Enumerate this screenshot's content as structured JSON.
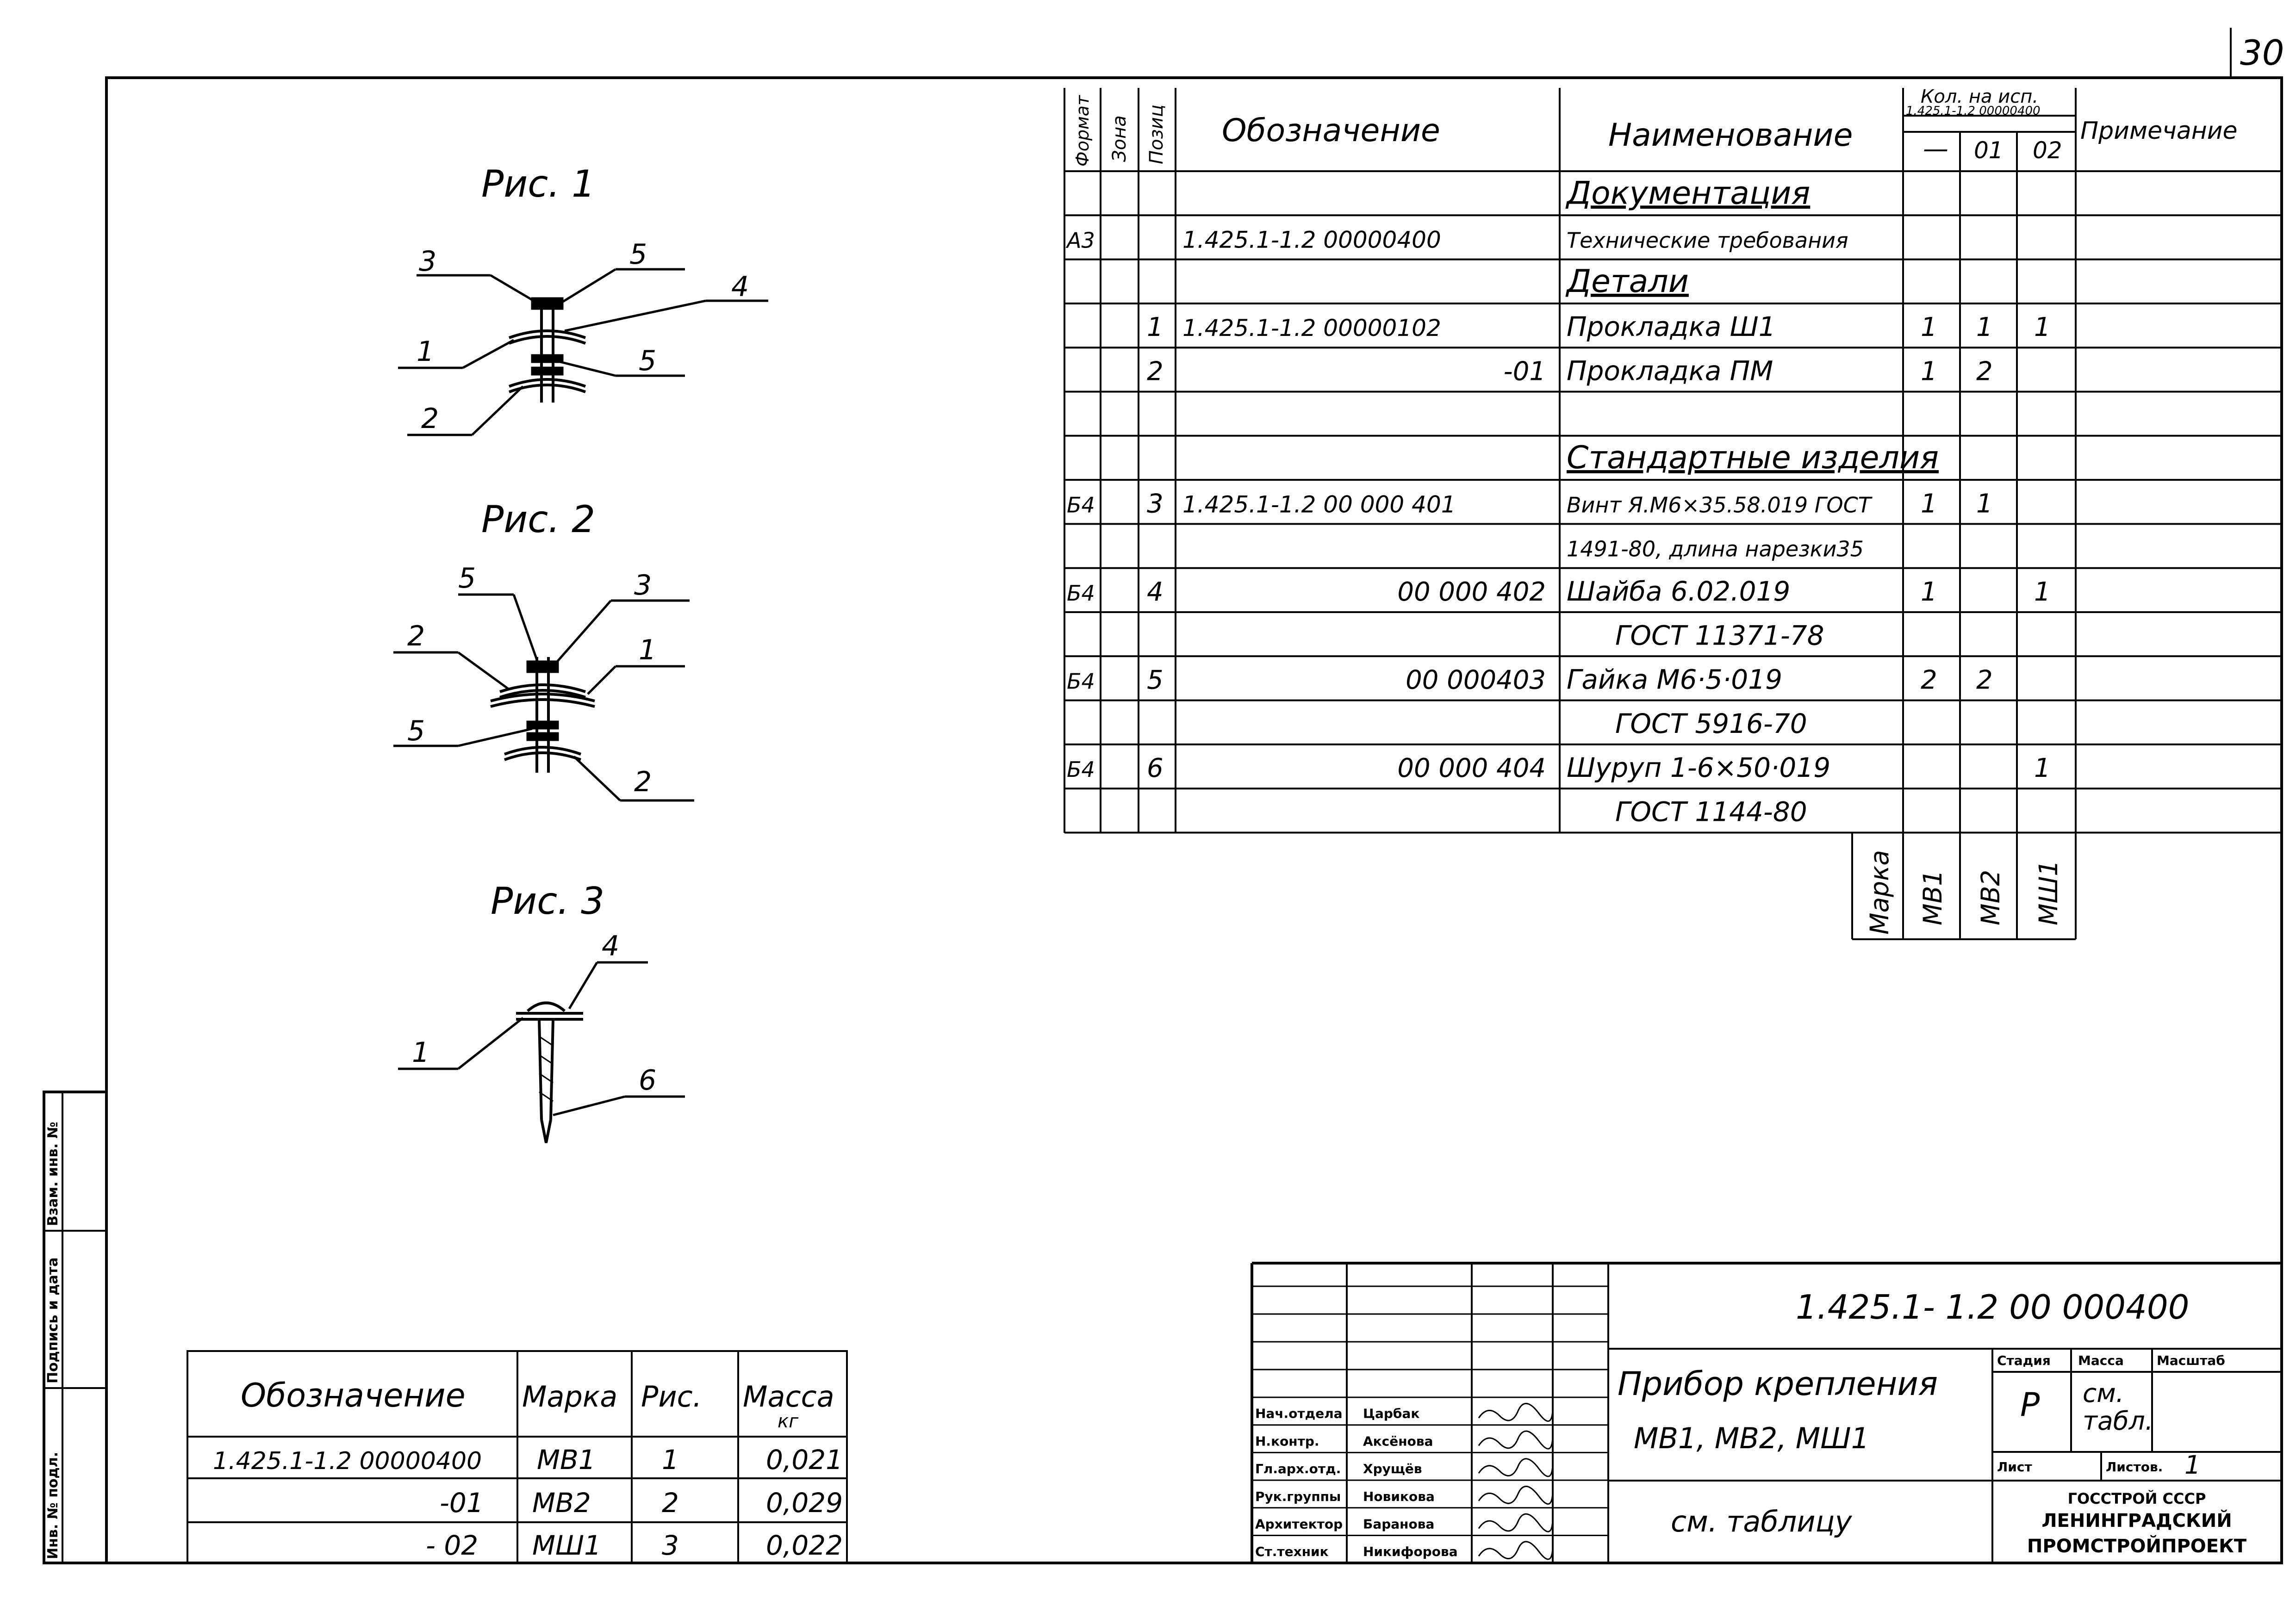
{
  "sheet_number": "30",
  "figures": [
    {
      "title": "Рис. 1",
      "leaders": [
        "3",
        "5",
        "4",
        "1",
        "5",
        "2"
      ]
    },
    {
      "title": "Рис. 2",
      "leaders": [
        "5",
        "3",
        "2",
        "1",
        "5",
        "2"
      ]
    },
    {
      "title": "Рис. 3",
      "leaders": [
        "4",
        "1",
        "6"
      ]
    }
  ],
  "spec": {
    "headers": {
      "format": "Формат",
      "zone": "Зона",
      "pos": "Позиц",
      "designation": "Обозначение",
      "name": "Наименование",
      "qty_title_1": "Кол. на исп.",
      "qty_title_2": "1.425.1-1.2 00000400",
      "qty_cols": [
        "—",
        "01",
        "02"
      ],
      "note": "Примечание"
    },
    "rows": [
      {
        "fmt": "",
        "zone": "",
        "pos": "",
        "des": "",
        "name": "Документация",
        "q0": "",
        "q1": "",
        "q2": ""
      },
      {
        "fmt": "А3",
        "zone": "",
        "pos": "",
        "des": "1.425.1-1.2   00000400",
        "name": "Технические требования",
        "q0": "",
        "q1": "",
        "q2": ""
      },
      {
        "fmt": "",
        "zone": "",
        "pos": "",
        "des": "",
        "name": "Детали",
        "q0": "",
        "q1": "",
        "q2": ""
      },
      {
        "fmt": "",
        "zone": "",
        "pos": "1",
        "des": "1.425.1-1.2   00000102",
        "name": "Прокладка Ш1",
        "q0": "1",
        "q1": "1",
        "q2": "1"
      },
      {
        "fmt": "",
        "zone": "",
        "pos": "2",
        "des": "-01",
        "name": "Прокладка ПМ",
        "q0": "1",
        "q1": "2",
        "q2": ""
      },
      {
        "fmt": "",
        "zone": "",
        "pos": "",
        "des": "",
        "name": "",
        "q0": "",
        "q1": "",
        "q2": ""
      },
      {
        "fmt": "",
        "zone": "",
        "pos": "",
        "des": "",
        "name": "Стандартные изделия",
        "q0": "",
        "q1": "",
        "q2": ""
      },
      {
        "fmt": "Б4",
        "zone": "",
        "pos": "3",
        "des": "1.425.1-1.2   00 000 401",
        "name": "Винт Я.М6×35.58.019 ГОСТ",
        "q0": "1",
        "q1": "1",
        "q2": ""
      },
      {
        "fmt": "",
        "zone": "",
        "pos": "",
        "des": "",
        "name": "1491-80, длина нарезки35",
        "q0": "",
        "q1": "",
        "q2": ""
      },
      {
        "fmt": "Б4",
        "zone": "",
        "pos": "4",
        "des": "00 000 402",
        "name": "Шайба 6.02.019",
        "q0": "1",
        "q1": "",
        "q2": "1"
      },
      {
        "fmt": "",
        "zone": "",
        "pos": "",
        "des": "",
        "name": "ГОСТ 11371-78",
        "q0": "",
        "q1": "",
        "q2": ""
      },
      {
        "fmt": "Б4",
        "zone": "",
        "pos": "5",
        "des": "00 000403",
        "name": "Гайка М6·5·019",
        "q0": "2",
        "q1": "2",
        "q2": ""
      },
      {
        "fmt": "",
        "zone": "",
        "pos": "",
        "des": "",
        "name": "ГОСТ 5916-70",
        "q0": "",
        "q1": "",
        "q2": ""
      },
      {
        "fmt": "Б4",
        "zone": "",
        "pos": "6",
        "des": "00 000 404",
        "name": "Шуруп 1-6×50·019",
        "q0": "",
        "q1": "",
        "q2": "1"
      },
      {
        "fmt": "",
        "zone": "",
        "pos": "",
        "des": "",
        "name": "ГОСТ 1144-80",
        "q0": "",
        "q1": "",
        "q2": ""
      }
    ],
    "marka_label": "Марка",
    "marks": [
      "МВ1",
      "МВ2",
      "МШ1"
    ]
  },
  "mass_table": {
    "headers": {
      "des": "Обозначение",
      "mark": "Марка",
      "fig": "Рис.",
      "mass": "Масса",
      "unit": "кг"
    },
    "rows": [
      {
        "des": "1.425.1-1.2 00000400",
        "mark": "МВ1",
        "fig": "1",
        "mass": "0,021"
      },
      {
        "des": "-01",
        "mark": "МВ2",
        "fig": "2",
        "mass": "0,029"
      },
      {
        "des": "- 02",
        "mark": "МШ1",
        "fig": "3",
        "mass": "0,022"
      }
    ]
  },
  "side_stamp": [
    "Инв. № подл.",
    "Подпись и дата",
    "Взам. инв. №"
  ],
  "title_block": {
    "doc_number": "1.425.1- 1.2   00 000400",
    "title_1": "Прибор крепления",
    "title_2": "МВ1, МВ2, МШ1",
    "material": "см. таблицу",
    "stage_label": "Стадия",
    "mass_label": "Масса",
    "scale_label": "Масштаб",
    "stage": "Р",
    "mass_value_1": "см.",
    "mass_value_2": "табл.",
    "sheet_label": "Лист",
    "sheets_label": "Листов.",
    "sheets": "1",
    "org_1": "ГОССТРОЙ СССР",
    "org_2": "ЛЕНИНГРАДСКИЙ",
    "org_3": "ПРОМСТРОЙПРОЕКТ",
    "people": [
      {
        "role": "Нач.отдела",
        "name": "Царбак"
      },
      {
        "role": "Н.контр.",
        "name": "Аксёнова"
      },
      {
        "role": "Гл.арх.отд.",
        "name": "Хрущёв"
      },
      {
        "role": "Рук.группы",
        "name": "Новикова"
      },
      {
        "role": "Архитектор",
        "name": "Баранова"
      },
      {
        "role": "Ст.техник",
        "name": "Никифорова"
      }
    ]
  }
}
